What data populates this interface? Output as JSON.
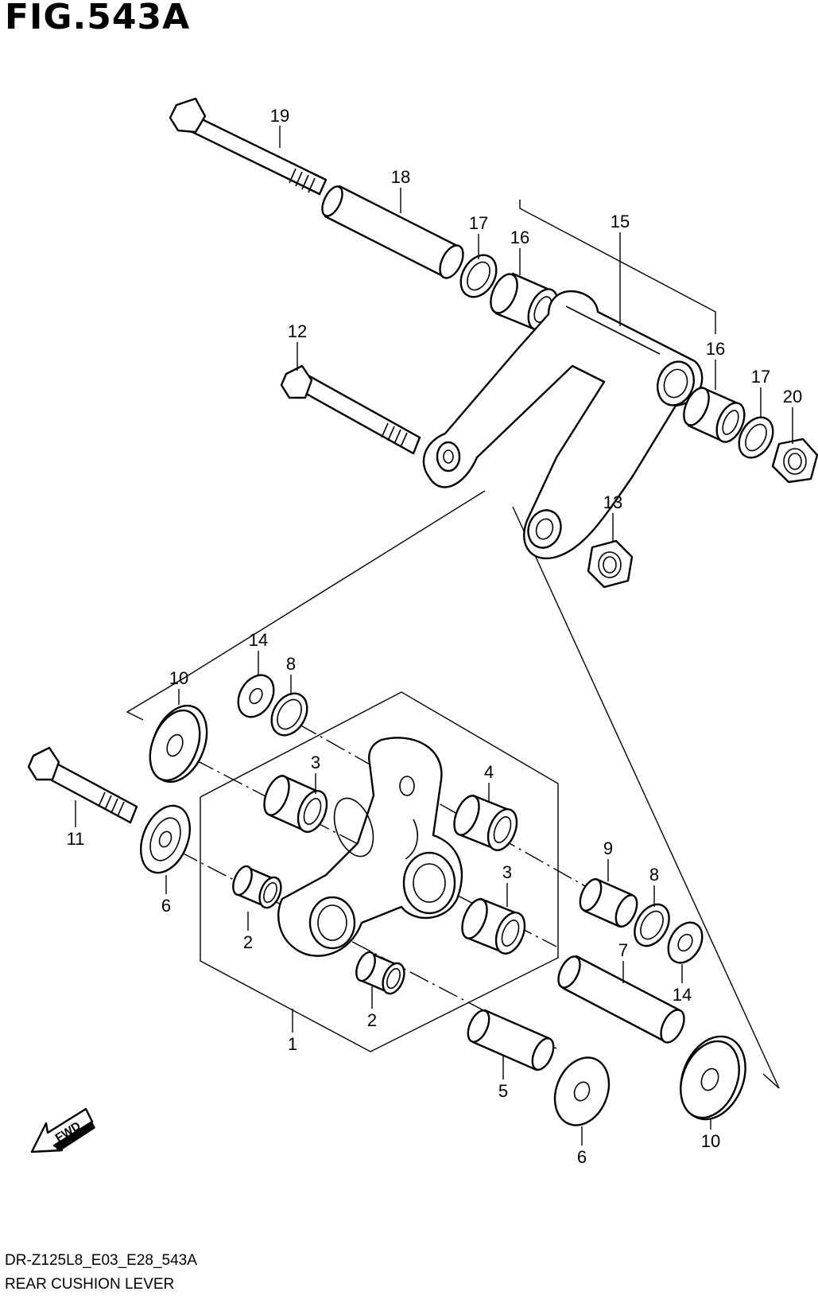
{
  "figure": {
    "title": "FIG.543A"
  },
  "footer": {
    "code": "DR-Z125L8_E03_E28_543A",
    "name": "REAR CUSHION LEVER"
  },
  "fwd_label": "FWD",
  "callouts": [
    {
      "id": "c19",
      "label": "19"
    },
    {
      "id": "c18",
      "label": "18"
    },
    {
      "id": "c17a",
      "label": "17"
    },
    {
      "id": "c16a",
      "label": "16"
    },
    {
      "id": "c15",
      "label": "15"
    },
    {
      "id": "c16b",
      "label": "16"
    },
    {
      "id": "c17b",
      "label": "17"
    },
    {
      "id": "c20",
      "label": "20"
    },
    {
      "id": "c12",
      "label": "12"
    },
    {
      "id": "c13",
      "label": "13"
    },
    {
      "id": "c10a",
      "label": "10"
    },
    {
      "id": "c14a",
      "label": "14"
    },
    {
      "id": "c8a",
      "label": "8"
    },
    {
      "id": "c3a",
      "label": "3"
    },
    {
      "id": "c4",
      "label": "4"
    },
    {
      "id": "c11",
      "label": "11"
    },
    {
      "id": "c6a",
      "label": "6"
    },
    {
      "id": "c2a",
      "label": "2"
    },
    {
      "id": "c3b",
      "label": "3"
    },
    {
      "id": "c9",
      "label": "9"
    },
    {
      "id": "c8b",
      "label": "8"
    },
    {
      "id": "c7",
      "label": "7"
    },
    {
      "id": "c14b",
      "label": "14"
    },
    {
      "id": "c2b",
      "label": "2"
    },
    {
      "id": "c1",
      "label": "1"
    },
    {
      "id": "c5",
      "label": "5"
    },
    {
      "id": "c6b",
      "label": "6"
    },
    {
      "id": "c10b",
      "label": "10"
    }
  ]
}
